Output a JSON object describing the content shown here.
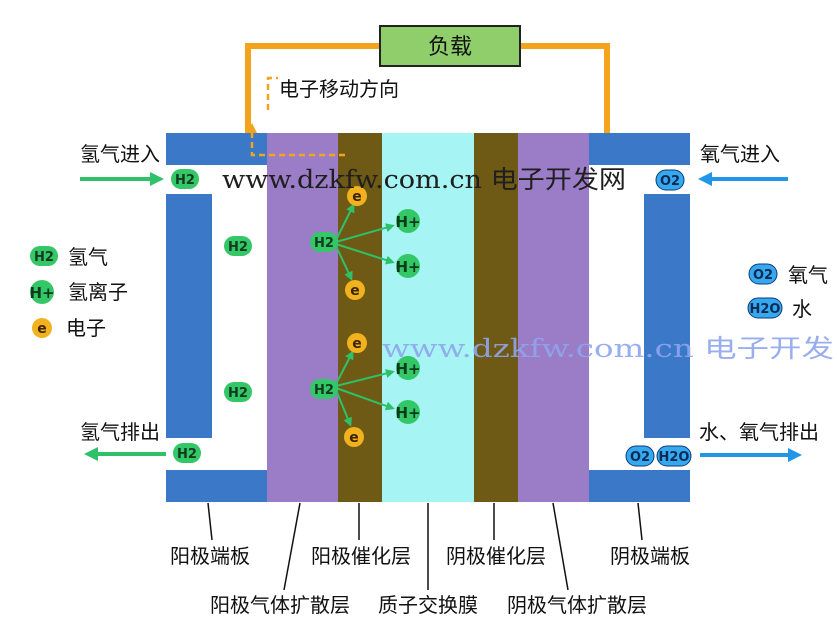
{
  "load": "负载",
  "electron_direction": "电子移动方向",
  "hydrogen_in": "氢气进入",
  "hydrogen_out": "氢气排出",
  "oxygen_in": "氧气进入",
  "water_oxygen_out": "水、氧气排出",
  "legend_left": {
    "h2": {
      "symbol": "H2",
      "label": "氢气"
    },
    "hplus": {
      "symbol": "H+",
      "label": "氢离子"
    },
    "electron": {
      "symbol": "e",
      "label": "电子"
    }
  },
  "legend_right": {
    "o2": {
      "symbol": "O2",
      "label": "氧气"
    },
    "h2o": {
      "symbol": "H2O",
      "label": "水"
    }
  },
  "symbols": {
    "h2": "H2",
    "o2": "O2",
    "h2o": "H2O",
    "hplus": "H+",
    "electron": "e"
  },
  "layers": {
    "anode_plate": "阳极端板",
    "anode_diffusion": "阳极气体扩散层",
    "anode_catalyst": "阳极催化层",
    "membrane": "质子交换膜",
    "cathode_catalyst": "阴极催化层",
    "cathode_diffusion": "阴极气体扩散层",
    "cathode_plate": "阴极端板"
  },
  "watermark_top": "www.dzkfw.com.cn 电子开发网",
  "watermark_mid": "www.dzkfw.com.cn 电子开发",
  "colors": {
    "plate": "#3b78c8",
    "diffusion": "#9b7cc7",
    "catalyst": "#6e5a14",
    "membrane": "#a6f4f4",
    "load_box": "#8fce6a",
    "wire": "#f4a31c",
    "green_arrow": "#2fc06a",
    "blue_arrow": "#2196e8",
    "h2_badge": "#34c768",
    "o2_badge": "#36a8ee",
    "electron_badge": "#f2b21e"
  }
}
